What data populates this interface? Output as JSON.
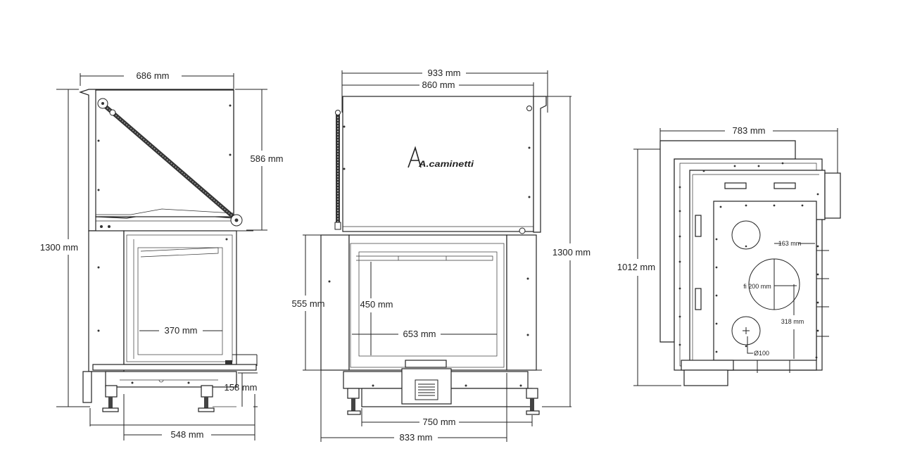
{
  "brand": {
    "logo_text": "A.caminetti"
  },
  "side_view": {
    "width": "686 mm",
    "height": "1300 mm",
    "hood_height": "586 mm",
    "glass_width": "370 mm",
    "leg_height": "158 mm",
    "base_depth": "548 mm"
  },
  "front_view": {
    "outer_width": "933 mm",
    "hood_width": "860 mm",
    "height": "1300 mm",
    "opening_height": "555 mm",
    "glass_height": "450 mm",
    "glass_width": "653 mm",
    "leg_span": "750 mm",
    "base_width": "833 mm"
  },
  "top_view": {
    "width": "783 mm",
    "depth": "1012 mm",
    "offset": "163 mm",
    "flue_diameter": "fi 200 mm",
    "flue_offset": "318 mm",
    "air_inlet": "Ø100"
  }
}
